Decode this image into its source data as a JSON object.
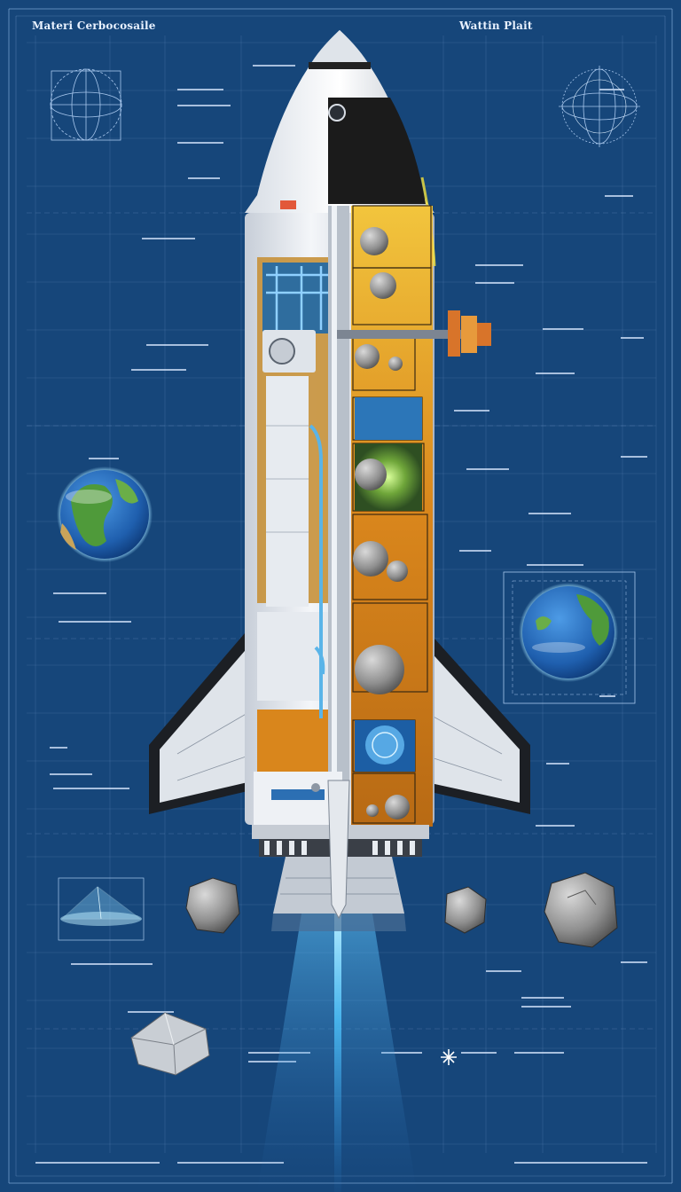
{
  "header": {
    "left_title": "Materi Cerbocosaile",
    "right_title": "Wattin Plait"
  },
  "colors": {
    "background": "#16467a",
    "grid_line": "#7fa6d4",
    "hull_white": "#e9edf2",
    "nose_black": "#1b1b1b",
    "cutaway_orange": "#d9861c",
    "cutaway_yellow": "#e8b62a",
    "pipe_blue": "#5ab4e8",
    "exhaust_blue": "#4fc6ff",
    "earth_ocean": "#2a72c4",
    "earth_land": "#4f9a3a",
    "rock_gray": "#8c8c8c"
  },
  "icons": [
    "rocket-illustration",
    "earth-globe-icon",
    "world-globe-icon",
    "wireframe-globe-icon",
    "asteroid-rock-icon",
    "crystal-dome-icon",
    "faceted-stone-icon",
    "snowflake-icon"
  ]
}
